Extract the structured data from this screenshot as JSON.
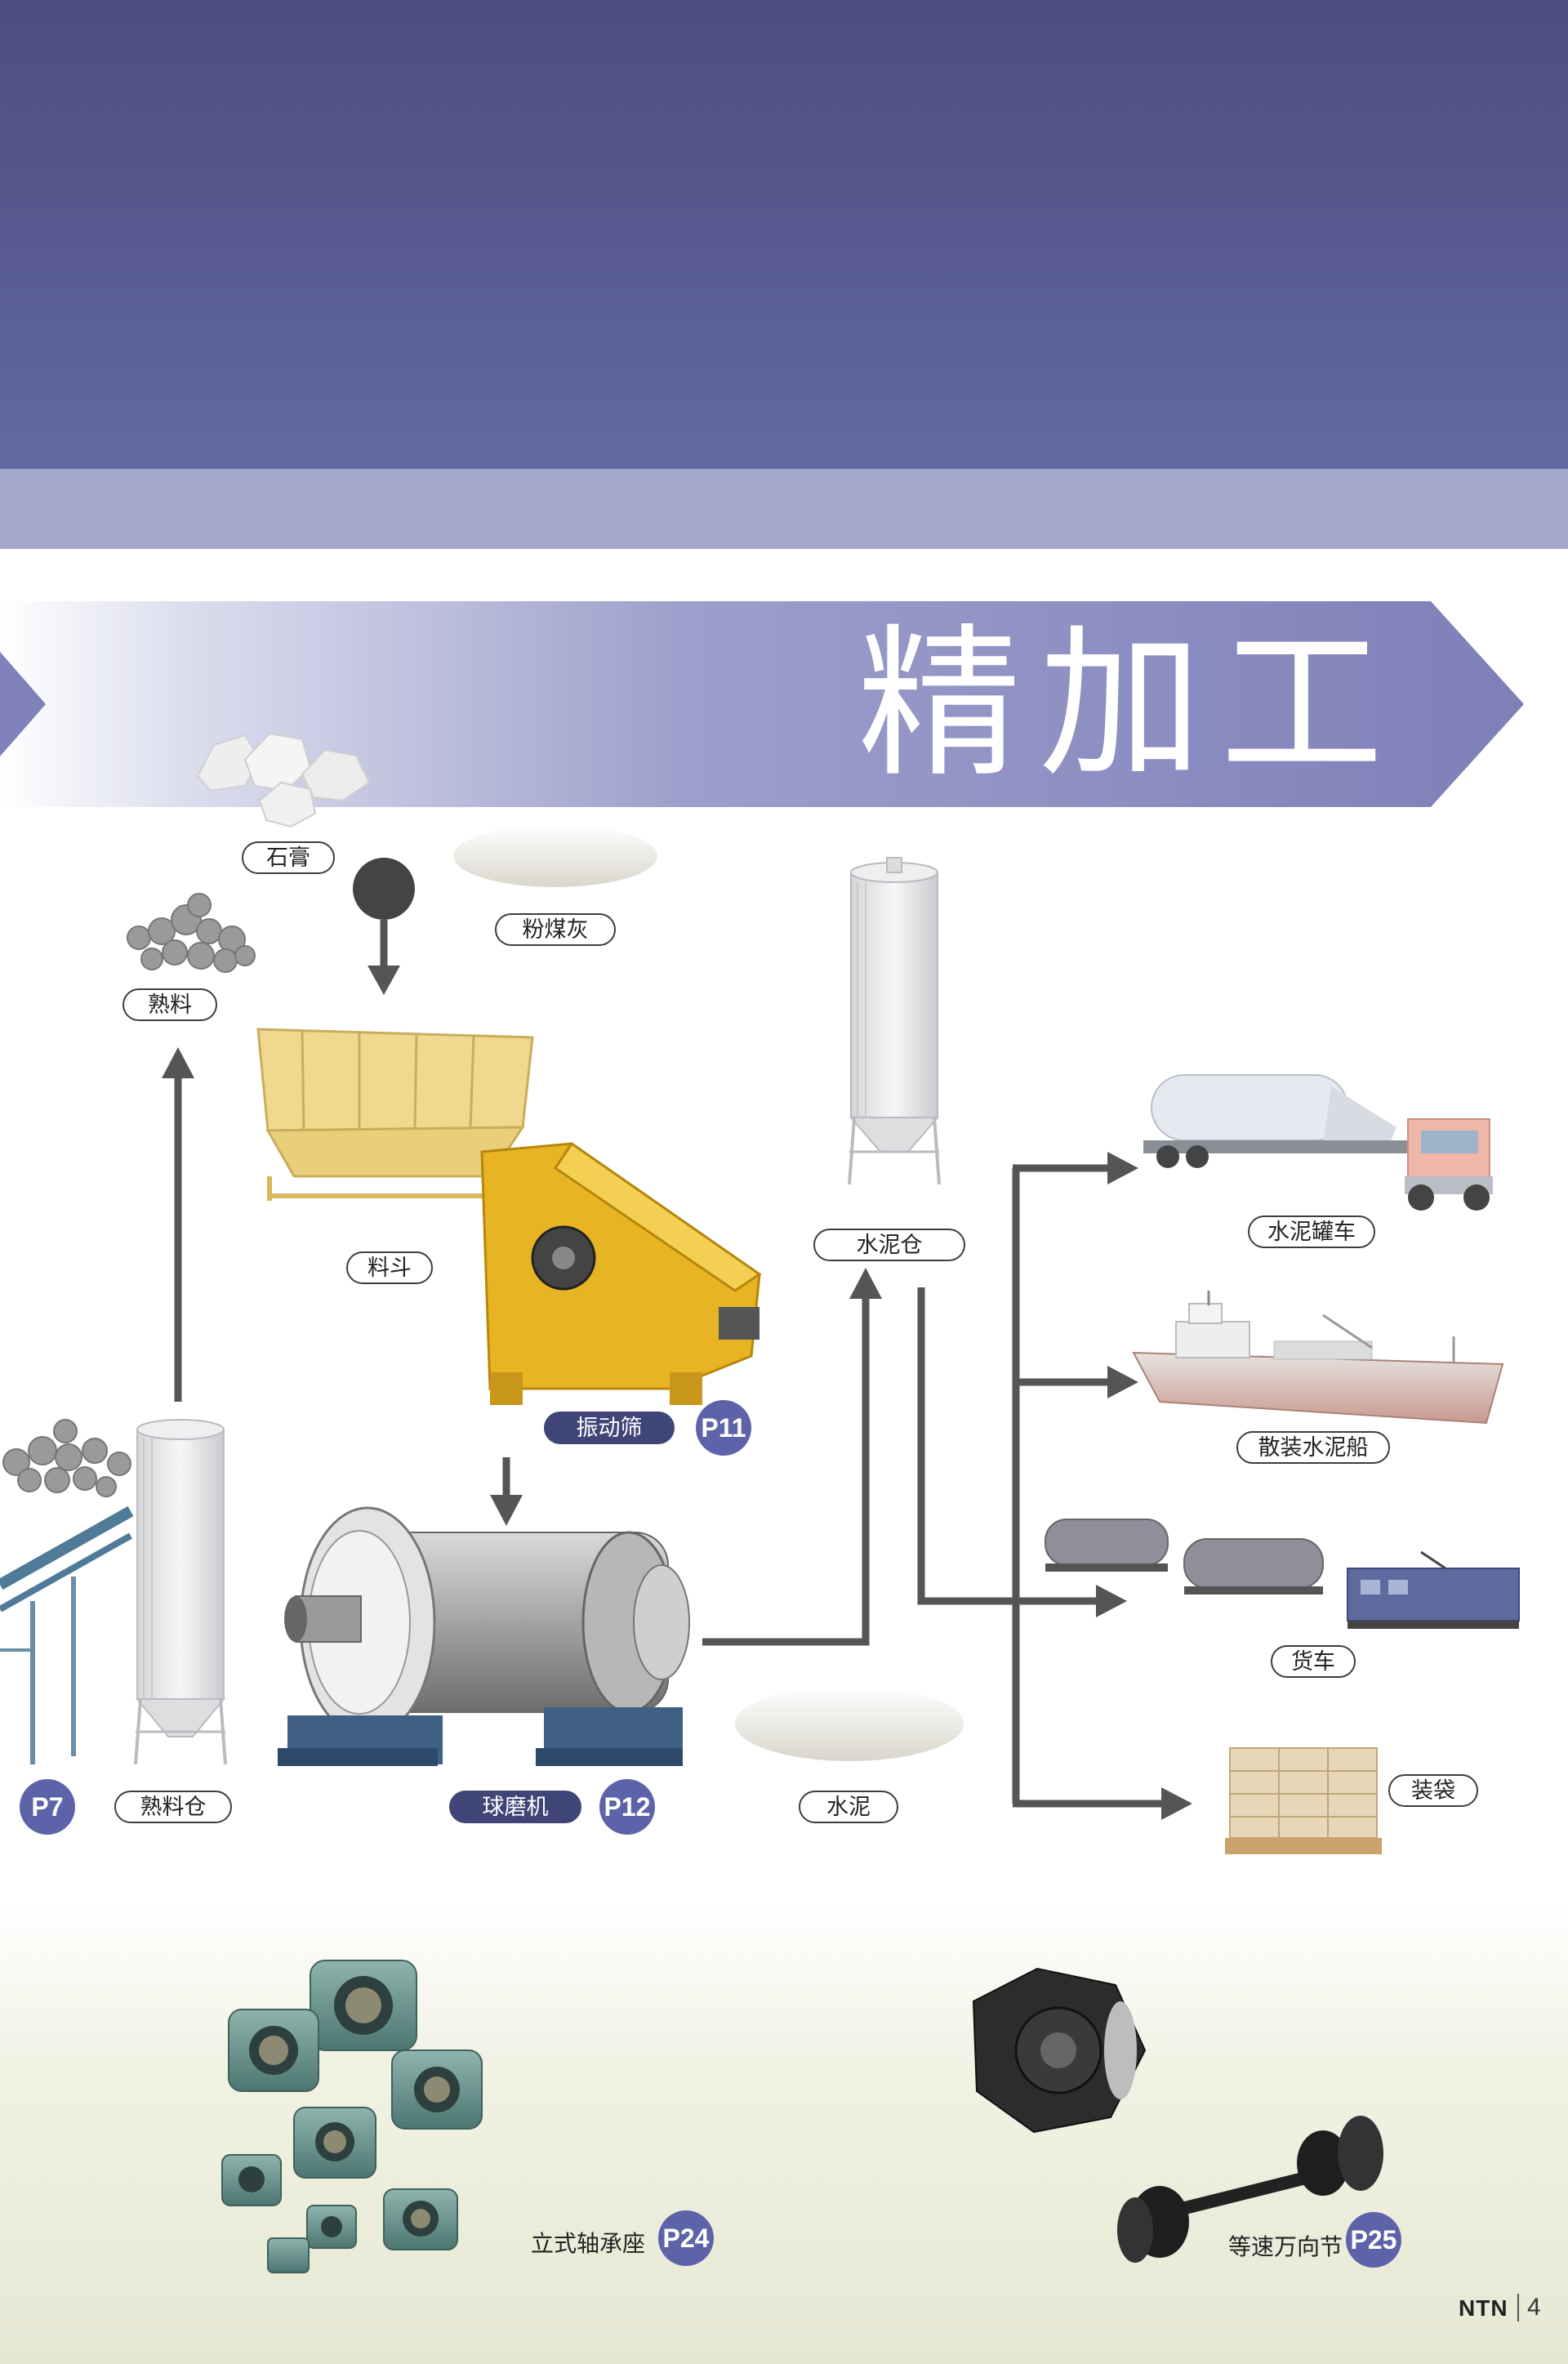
{
  "title": "精加工",
  "flow_labels": {
    "gypsum": "石膏",
    "fly_ash": "粉煤灰",
    "clinker": "熟料",
    "hopper": "料斗",
    "cement_silo": "水泥仓",
    "cement_tanker": "水泥罐车",
    "vibrating_screen": "振动筛",
    "bulk_cement_ship": "散装水泥船",
    "ball_mill": "球磨机",
    "clinker_silo": "熟料仓",
    "cement": "水泥",
    "freight_train": "货车",
    "bagging": "装袋"
  },
  "page_refs": {
    "prev": "P7",
    "vibrating_screen": "P11",
    "ball_mill": "P12",
    "pillow_block": "P24",
    "cv_joint": "P25"
  },
  "products": {
    "pillow_block": "立式轴承座",
    "cv_joint": "等速万向节"
  },
  "footer": {
    "brand": "NTN",
    "page_number": "4"
  },
  "colors": {
    "header": "#535789",
    "stripe": "#a2a8cc",
    "accent": "#5c63a8",
    "arrow": "#555555",
    "label_dark": "#404577"
  }
}
